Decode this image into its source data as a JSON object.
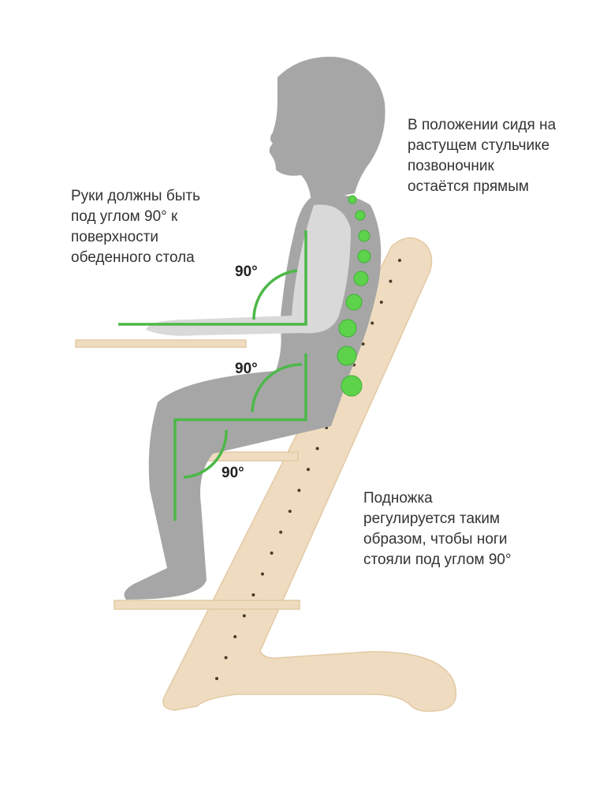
{
  "colors": {
    "silhouette": "#a6a6a6",
    "wood": "#efdcc0",
    "wood_edge": "#e2c9a3",
    "accent": "#4cb848",
    "spine": "#5dd34c"
  },
  "notes": {
    "arms": [
      "Руки должны быть",
      "под углом 90° к",
      "поверхности",
      "обеденного стола"
    ],
    "spine": [
      "В положении сидя на",
      "растущем стульчике",
      "позвоночник",
      "остаётся прямым"
    ],
    "footrest": [
      "Подножка",
      "регулируется таким",
      "образом, чтобы ноги",
      "стояли под углом 90°"
    ]
  },
  "angles": {
    "elbow": "90°",
    "hip": "90°",
    "knee": "90°"
  }
}
